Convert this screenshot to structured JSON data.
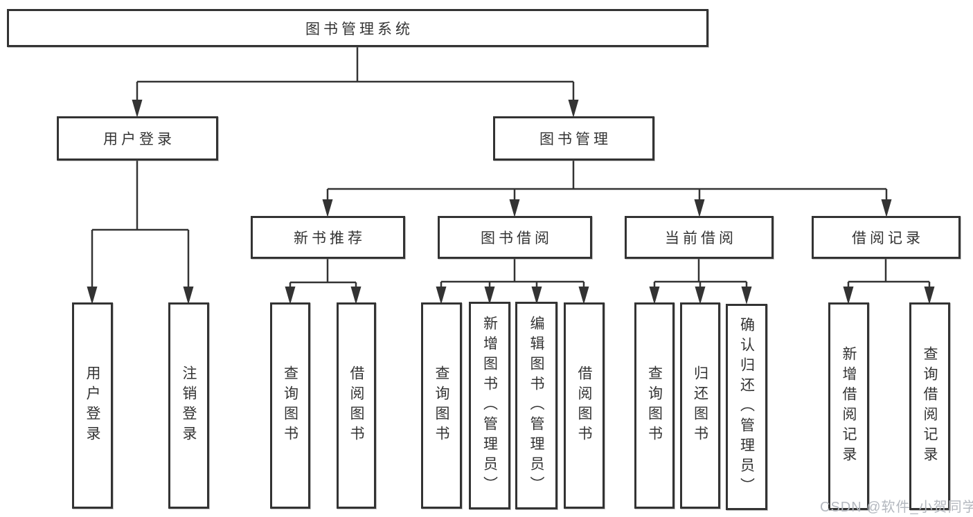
{
  "tree": {
    "label": "图书管理系统",
    "children": [
      {
        "label": "用户登录",
        "children": [
          {
            "label": "用户登录"
          },
          {
            "label": "注销登录"
          }
        ]
      },
      {
        "label": "图书管理",
        "children": [
          {
            "label": "新书推荐",
            "children": [
              {
                "label": "查询图书"
              },
              {
                "label": "借阅图书"
              }
            ]
          },
          {
            "label": "图书借阅",
            "children": [
              {
                "label": "查询图书"
              },
              {
                "label": "新增图书（管理员）"
              },
              {
                "label": "编辑图书（管理员）"
              },
              {
                "label": "借阅图书"
              }
            ]
          },
          {
            "label": "当前借阅",
            "children": [
              {
                "label": "查询图书"
              },
              {
                "label": "归还图书"
              },
              {
                "label": "确认归还（管理员）"
              }
            ]
          },
          {
            "label": "借阅记录",
            "children": [
              {
                "label": "新增借阅记录"
              },
              {
                "label": "查询借阅记录"
              }
            ]
          }
        ]
      }
    ]
  },
  "watermark": {
    "text": "CSDN @软件_小贺同学"
  },
  "colors": {
    "background": "#ffffff",
    "box_fill": "#ffffff",
    "box_border": "#333333",
    "line": "#333333",
    "text": "#333333",
    "watermark": "#b4b8bf"
  }
}
